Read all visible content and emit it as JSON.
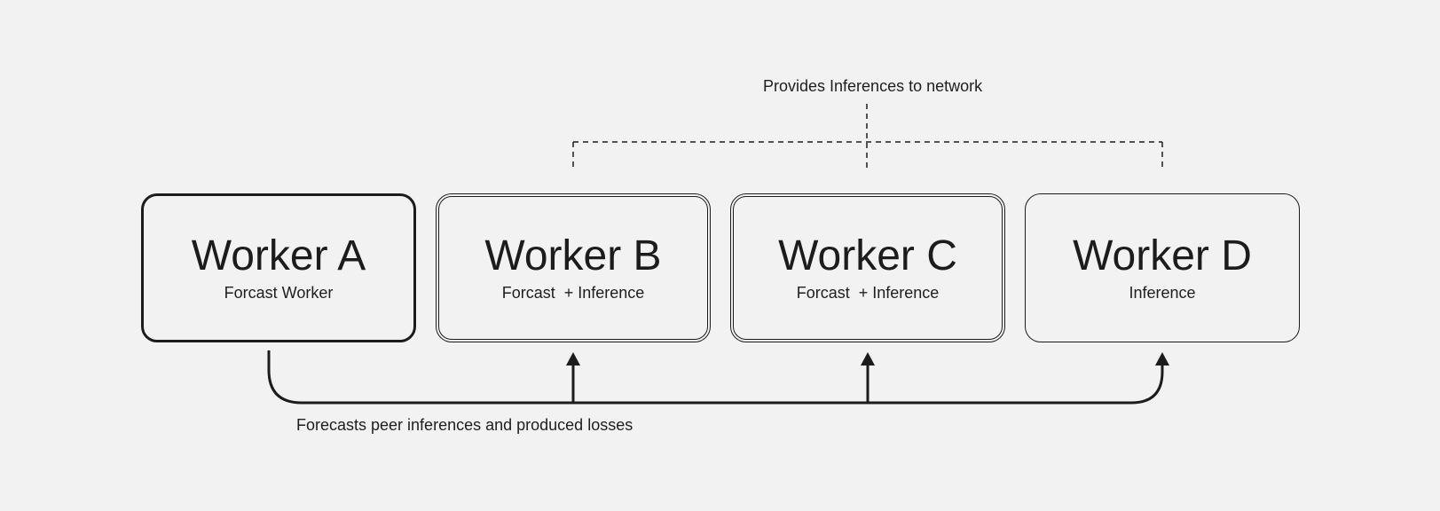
{
  "labels": {
    "top": "Provides Inferences to network",
    "bottom": "Forecasts peer inferences and produced losses"
  },
  "workers": [
    {
      "name": "Worker A",
      "role": "Forcast Worker"
    },
    {
      "name": "Worker B",
      "role": "Forcast  + Inference"
    },
    {
      "name": "Worker C",
      "role": "Forcast  + Inference"
    },
    {
      "name": "Worker D",
      "role": "Inference"
    }
  ],
  "colors": {
    "background": "#f2f2f2",
    "ink": "#1c1c1c"
  }
}
